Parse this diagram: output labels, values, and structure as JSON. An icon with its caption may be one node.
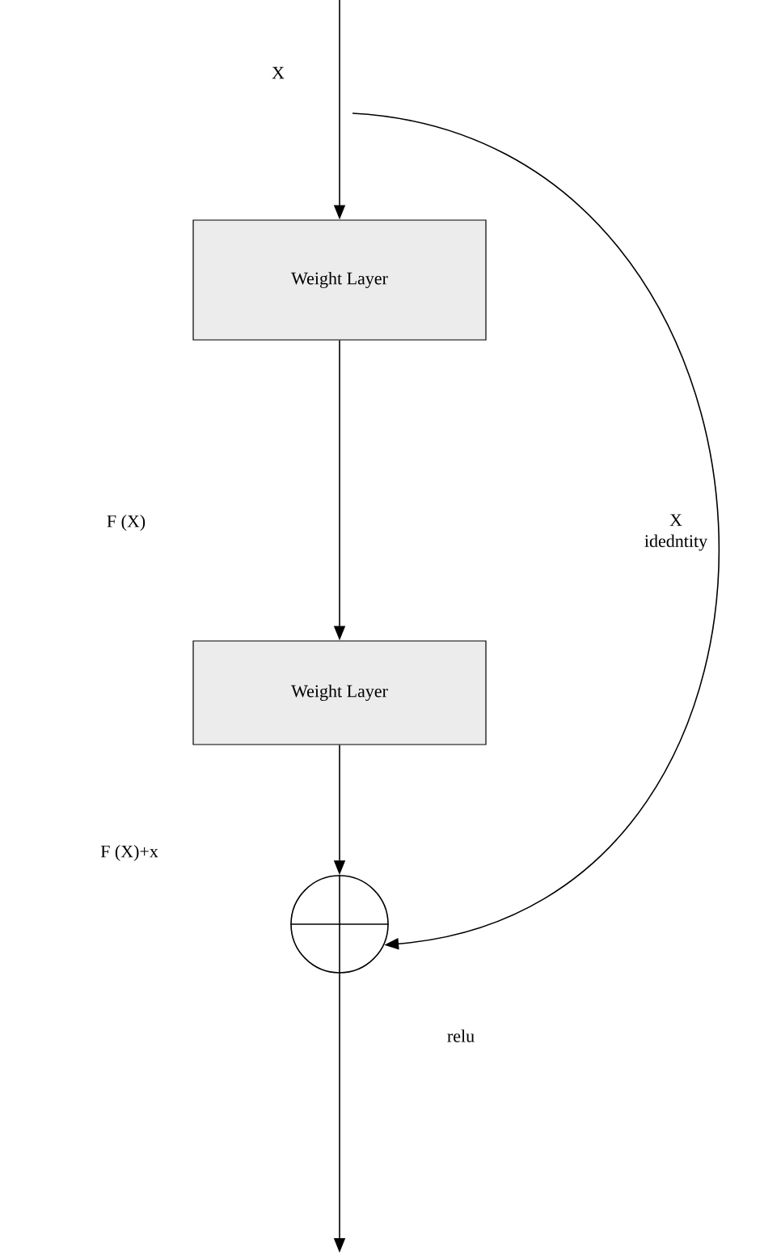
{
  "diagram": {
    "nodes": [
      {
        "text": [
          "Weight Layer"
        ]
      },
      {
        "text": [
          "Weight Layer"
        ]
      },
      {
        "text": [],
        "shape": "circle"
      }
    ],
    "edges": [
      {
        "from": null,
        "to": 0,
        "arrow": "to",
        "label": "X"
      },
      {
        "from": 0,
        "to": 1,
        "arrow": "to"
      },
      {
        "from": 1,
        "to": 2,
        "arrow": "to"
      },
      {
        "from": null,
        "to": 2,
        "arrow": "to",
        "label": "X idedntity"
      },
      {
        "from": 2,
        "to": null,
        "arrow": "to"
      }
    ],
    "labels": [
      "F (X)",
      "F (X)+x",
      "relu"
    ]
  }
}
